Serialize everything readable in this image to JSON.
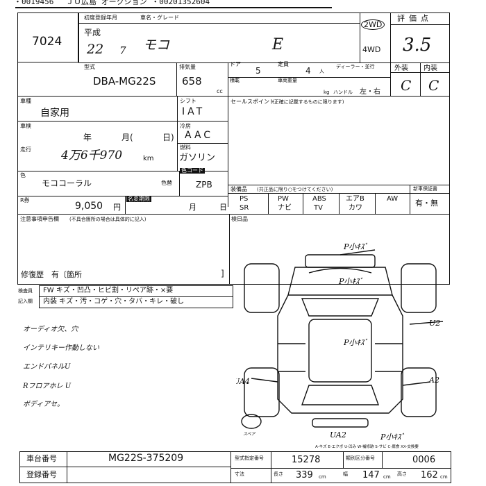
{
  "top_header": "・0019456゛  ＪＵ広島 オークション   ・00201352604",
  "lot": {
    "number": "7024"
  },
  "registration": {
    "label": "初度登録年月",
    "era": "平成",
    "year": "22",
    "month": "7"
  },
  "car_name": {
    "label": "車名・グレード",
    "name": "モコ",
    "grade": "E"
  },
  "drive": {
    "two": "2WD",
    "four": "4WD"
  },
  "score": {
    "label": "評価点",
    "value": "3.5"
  },
  "exterior": {
    "label": "外装",
    "value": "C"
  },
  "interior_grade": {
    "label": "内装",
    "value": "C"
  },
  "model": {
    "label": "型式",
    "value": "DBA-MG22S"
  },
  "displacement": {
    "label": "排気量",
    "value": "658",
    "unit": "cc"
  },
  "doors": {
    "label": "ドア",
    "value": "5"
  },
  "capacity": {
    "label": "定員",
    "value": "4",
    "unit": "人"
  },
  "dealer_row": {
    "label": "ディーラー・並行",
    "payload_label": "積載",
    "weight_label": "車両重量",
    "weight_unit": "kg",
    "handle_label": "ハンドル",
    "handle_value": "左・右"
  },
  "usage": {
    "label": "車種",
    "value": "自家用"
  },
  "inspection": {
    "label": "車検",
    "year_unit": "年",
    "month_unit": "月(",
    "day_unit": "日)"
  },
  "mileage": {
    "label": "走行",
    "value": "4万6千970",
    "unit": "km"
  },
  "shift": {
    "label": "シフト",
    "value": "IAT"
  },
  "aircon": {
    "label": "冷房",
    "value": "AAC"
  },
  "fuel": {
    "label": "燃料",
    "value": "ガソリン"
  },
  "color": {
    "label": "色",
    "value": "モココーラル"
  },
  "color_code": {
    "label": "色コード",
    "side_label": "色替",
    "value": "ZPB"
  },
  "recycle": {
    "label": "R券",
    "value": "9,050",
    "unit": "円"
  },
  "name_change": {
    "label": "名変期限",
    "month_unit": "月",
    "day_unit": "日"
  },
  "notes_label": "注意事項申告欄",
  "notes_sub": "(不具合箇所の場合は具体的に記入)",
  "repair_history": "修復歴　有〔箇所",
  "sales_point": {
    "label": "セールスポイント",
    "sub": "(正確に記載するものに限ります)"
  },
  "equipment": {
    "label": "装備品",
    "sub": "(共正品に限り○をつけてください)",
    "new_car_label": "新車保証書",
    "items": [
      "PS",
      "PW",
      "ABS",
      "エアB",
      "AW",
      "SR",
      "ナビ",
      "TV",
      "カワ"
    ],
    "new_car_value": "有・無"
  },
  "inspector_label": "検日品",
  "inspection_remarks": {
    "row1_label": "検査員",
    "row1": "FW キズ・凹凸・ヒビ割・リペア跡・×要",
    "row2_label": "記入欄",
    "row2": "内装 キズ・汚・コゲ・穴・タバ・キレ・破し"
  },
  "handwritten_notes": [
    "オーディオ欠、穴",
    "インテリキー作動しない",
    "エンドパネルU",
    "Rフロアホレ U",
    "ボディアセ。"
  ],
  "diagram_marks": [
    "P小ｷｽﾞ",
    "P小ｷｽﾞ",
    "P小ｷｽﾞ",
    "U2",
    "UA4",
    "A2",
    "UA2",
    "P小ｷｽﾞ"
  ],
  "diagram_legend": "A-キズ E-エクボ U-凹み W-補修跡 S-サビ C-腐食 XX-交換要",
  "spare_label": "スペア",
  "chassis": {
    "label": "車台番号",
    "value": "MG22S-375209"
  },
  "registration_no": {
    "label": "登録番号"
  },
  "form_numbers": {
    "label1": "型式指定番号",
    "value1": "15278",
    "label2": "類別区分番号",
    "value2": "0006"
  },
  "dimensions": {
    "label": "寸法",
    "length_label": "長さ",
    "length": "339",
    "unit": "cm",
    "width_label": "幅",
    "width": "147",
    "height_label": "高さ",
    "height": "162"
  }
}
